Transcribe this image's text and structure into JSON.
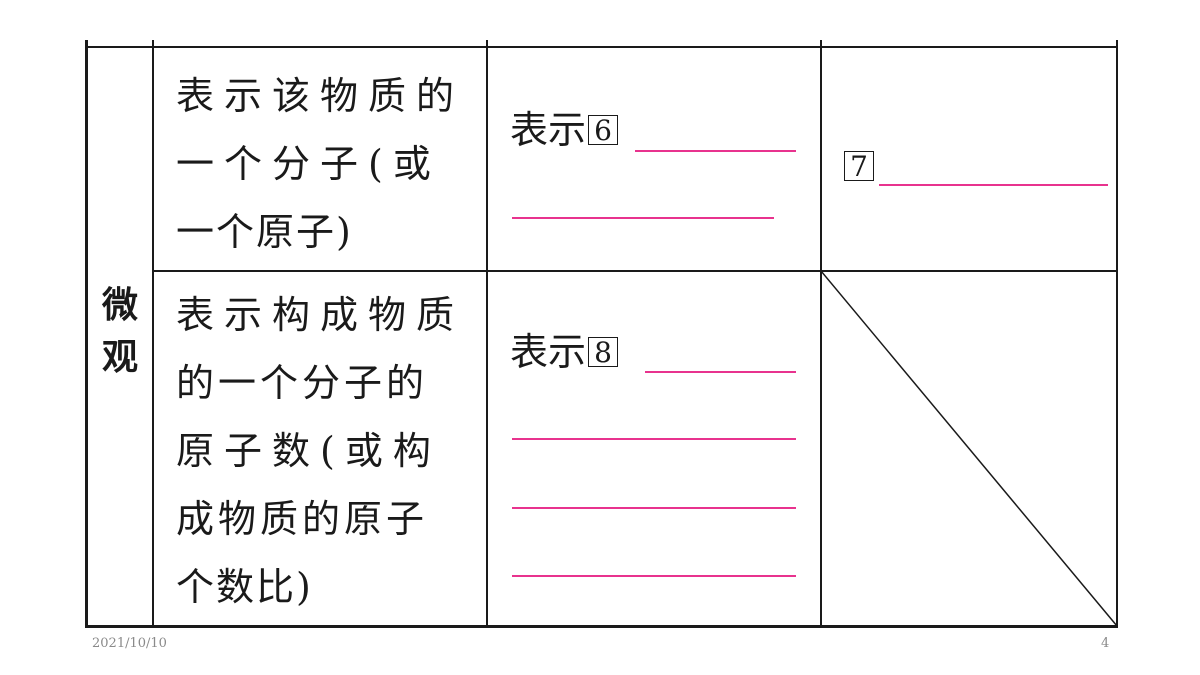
{
  "table": {
    "side_label": "微观",
    "rows": [
      {
        "meaning_lines": [
          "表示该物质的",
          "一个分子(或",
          "一个原子)"
        ],
        "blank_prefix": "表示",
        "blank_number": "6",
        "third_blank_number": "7"
      },
      {
        "meaning_lines": [
          "表示构成物质",
          "的一个分子的",
          "原子数(或构",
          "成物质的原子",
          "个数比)"
        ],
        "blank_prefix": "表示",
        "blank_number": "8"
      }
    ]
  },
  "footer": {
    "date": "2021/10/10",
    "page": "4"
  },
  "colors": {
    "blank_line": "#e8338e",
    "rule": "#1a1a1a"
  }
}
